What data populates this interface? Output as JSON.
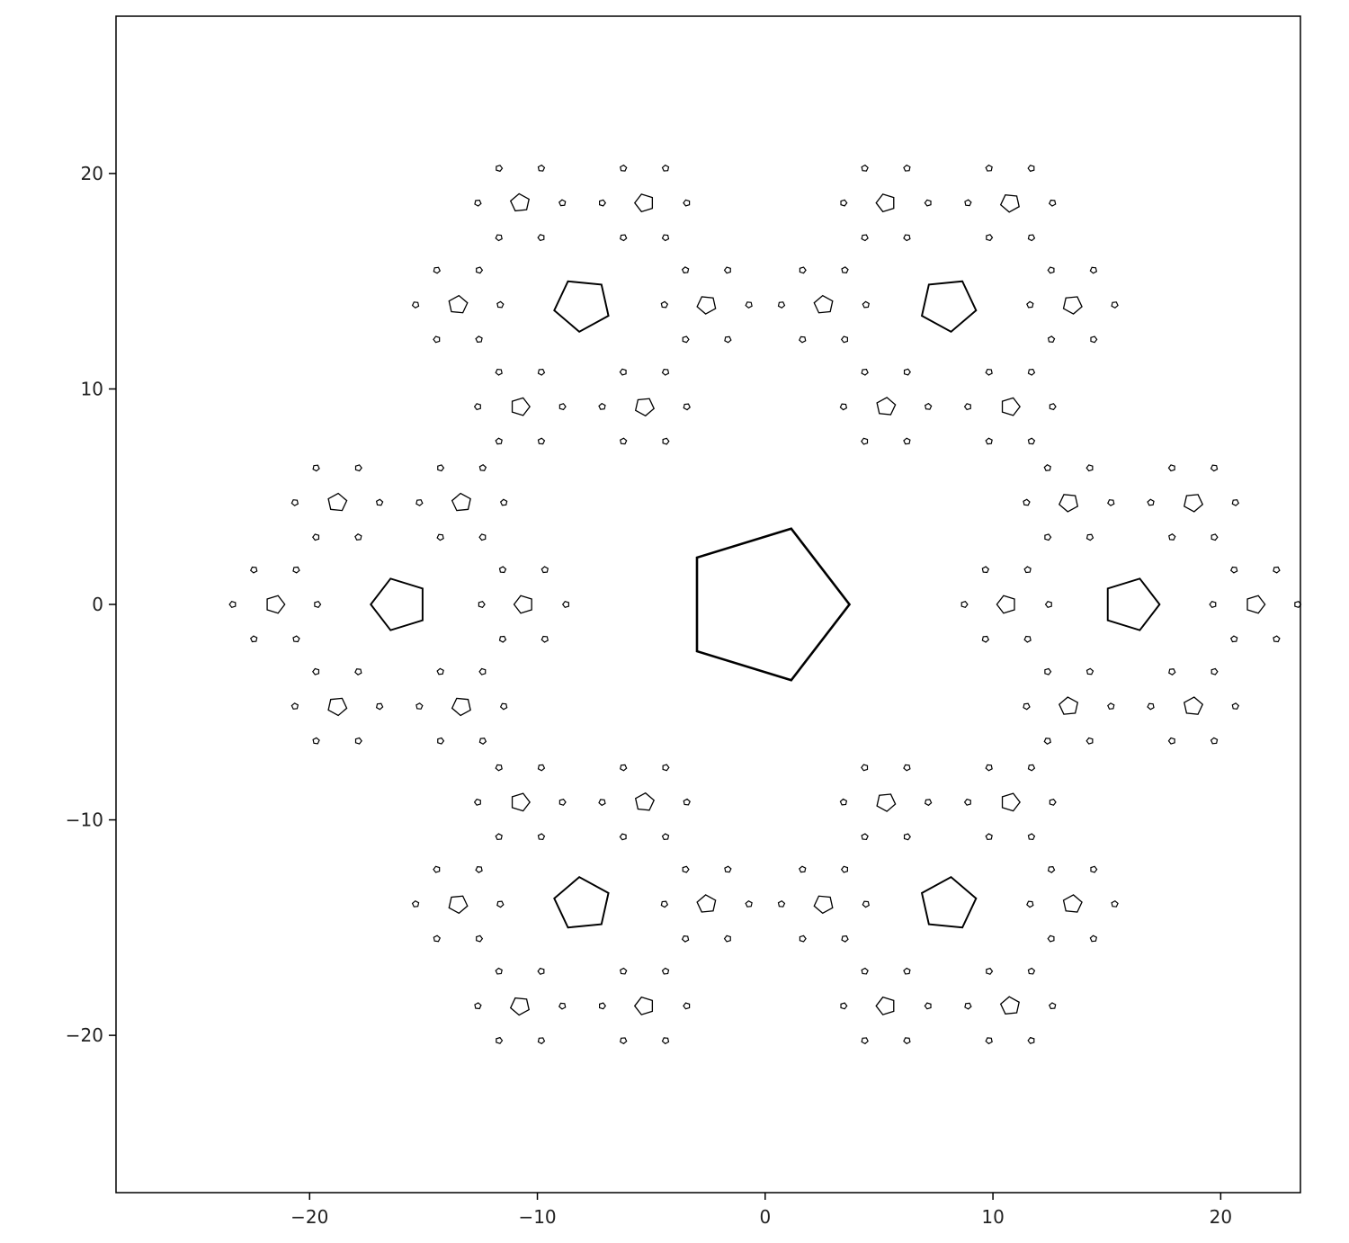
{
  "chart_data": {
    "type": "fractal-line",
    "title": "",
    "xlabel": "",
    "ylabel": "",
    "xlim": [
      -28.5,
      23.5
    ],
    "ylim": [
      -27.3,
      27.3
    ],
    "aspect": "equal",
    "grid": false,
    "legend": "none",
    "x_ticks": [
      -20,
      -10,
      0,
      10,
      20
    ],
    "y_ticks": [
      -20,
      -10,
      0,
      10,
      20
    ],
    "x_tick_labels": [
      "−20",
      "−10",
      "0",
      "10",
      "20"
    ],
    "y_tick_labels": [
      "−20",
      "−10",
      "0",
      "10",
      "20"
    ],
    "line_color": "#000000",
    "fractal": {
      "shape": "regular pentagon",
      "center": [
        0,
        0
      ],
      "circumradius": 3.7,
      "orientation_deg": 0,
      "children_per_level": 6,
      "child_distance_ratio": 4.34,
      "child_scale": 0.34,
      "levels_drawn": 4
    }
  }
}
